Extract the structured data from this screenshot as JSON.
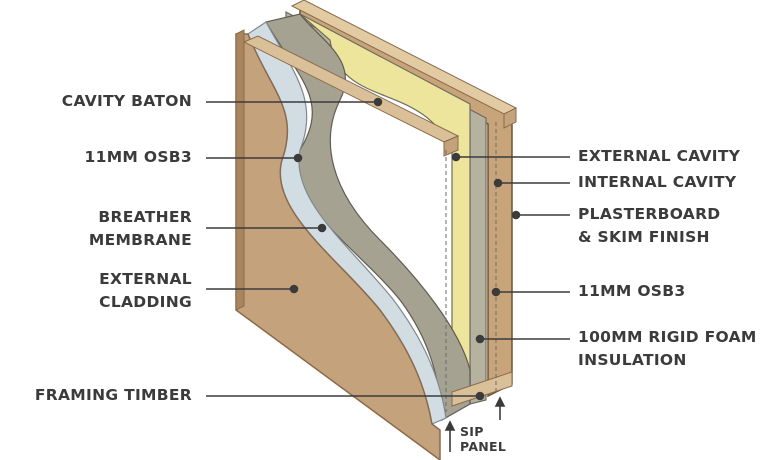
{
  "labels": {
    "cavity_baton": "CAVITY BATON",
    "osb3_outer": "11MM OSB3",
    "breather_membrane": "BREATHER\nMEMBRANE",
    "external_cladding": "EXTERNAL\nCLADDING",
    "framing_timber": "FRAMING TIMBER",
    "external_cavity": "EXTERNAL CAVITY",
    "internal_cavity": "INTERNAL CAVITY",
    "plasterboard": "PLASTERBOARD\n& SKIM FINISH",
    "osb3_inner": "11MM OSB3",
    "rigid_foam": "100MM RIGID FOAM\nINSULATION",
    "sip_panel": "SIP\nPANEL"
  },
  "colors": {
    "cladding": "#c4a27c",
    "cladding_edge": "#8a6a4a",
    "membrane": "#d2dde3",
    "osb": "#a5a292",
    "insulation": "#ede59b",
    "timber": "#d9c098",
    "leader_line": "#3b3b3b"
  }
}
